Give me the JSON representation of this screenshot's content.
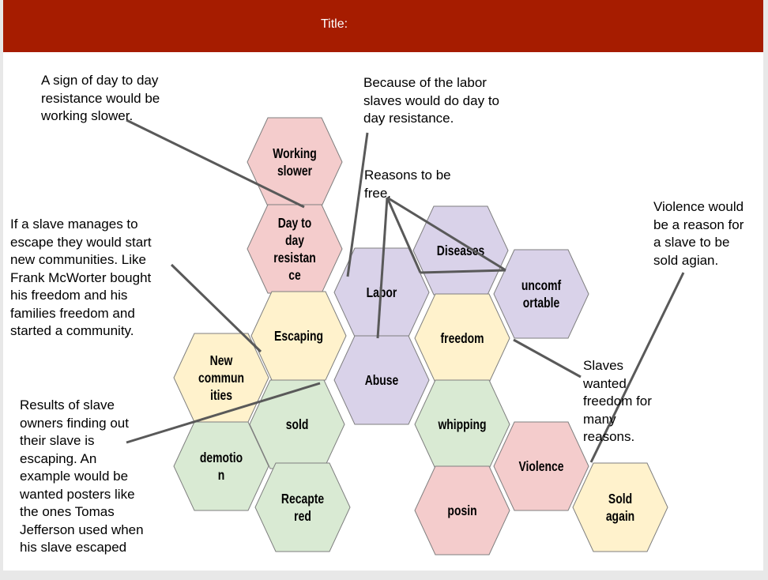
{
  "header": {
    "title": "Title:"
  },
  "colors": {
    "header": "#a61c00",
    "pink": "#f4cccc",
    "yellow": "#fff2cc",
    "purple": "#d9d2e9",
    "green": "#d9ead3",
    "connector": "#595959"
  },
  "notes": [
    {
      "id": "working-slower-note",
      "text": "A sign of day to day\nresistance would be\nworking slower."
    },
    {
      "id": "labor-note",
      "text": "Because of the labor\nslaves would do day to\nday resistance."
    },
    {
      "id": "reasons-note",
      "text": "Reasons to be\nfree."
    },
    {
      "id": "violence-note",
      "text": "Violence would\nbe a reason for\na slave to be\nsold agian."
    },
    {
      "id": "communities-note",
      "text": "If a slave manages to\nescape they would start\nnew communities. Like\nFrank McWorter bought\nhis freedom and his\nfamilies freedom and\nstarted a community."
    },
    {
      "id": "freedom-note",
      "text": "Slaves\nwanted\nfreedom for\nmany\nreasons."
    },
    {
      "id": "results-note",
      "text": "Results of slave\nowners finding out\ntheir slave is\nescaping. An\nexample would be\nwanted posters like\nthe ones Tomas\nJefferson used when\nhis slave escaped"
    }
  ],
  "hexagons": [
    {
      "lines": [
        "Working",
        "slower"
      ],
      "color": "pink"
    },
    {
      "lines": [
        "Day to",
        "day",
        "resistan",
        "ce"
      ],
      "color": "pink"
    },
    {
      "lines": [
        "Escaping"
      ],
      "color": "yellow"
    },
    {
      "lines": [
        "Labor"
      ],
      "color": "purple"
    },
    {
      "lines": [
        "Diseases"
      ],
      "color": "purple"
    },
    {
      "lines": [
        "uncomf",
        "ortable"
      ],
      "color": "purple"
    },
    {
      "lines": [
        "freedom"
      ],
      "color": "yellow"
    },
    {
      "lines": [
        "Abuse"
      ],
      "color": "purple"
    },
    {
      "lines": [
        "New",
        "commun",
        "ities"
      ],
      "color": "yellow"
    },
    {
      "lines": [
        "sold"
      ],
      "color": "green"
    },
    {
      "lines": [
        "demotio",
        "n"
      ],
      "color": "green"
    },
    {
      "lines": [
        "Recapte",
        "red"
      ],
      "color": "green"
    },
    {
      "lines": [
        "whipping"
      ],
      "color": "green"
    },
    {
      "lines": [
        "Violence"
      ],
      "color": "pink"
    },
    {
      "lines": [
        "posin"
      ],
      "color": "pink"
    },
    {
      "lines": [
        "Sold",
        "again"
      ],
      "color": "yellow"
    }
  ]
}
